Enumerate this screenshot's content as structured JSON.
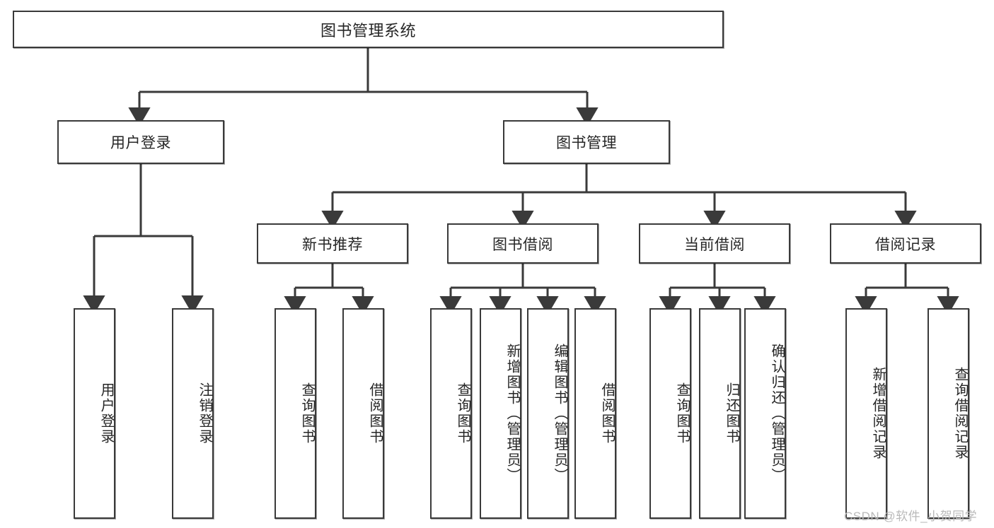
{
  "diagram": {
    "title": "图书管理系统",
    "type": "hierarchy-tree",
    "root": {
      "label": "图书管理系统"
    },
    "level2": [
      {
        "id": "user-login",
        "label": "用户登录"
      },
      {
        "id": "book-management",
        "label": "图书管理"
      }
    ],
    "level3": [
      {
        "id": "new-book-recommend",
        "label": "新书推荐",
        "parent": "book-management"
      },
      {
        "id": "book-borrow",
        "label": "图书借阅",
        "parent": "book-management"
      },
      {
        "id": "current-borrow",
        "label": "当前借阅",
        "parent": "book-management"
      },
      {
        "id": "borrow-record",
        "label": "借阅记录",
        "parent": "book-management"
      }
    ],
    "leaves": {
      "user_login": [
        {
          "id": "leaf-user-login",
          "label": "用户登录"
        },
        {
          "id": "leaf-user-logout",
          "label": "注销登录"
        }
      ],
      "new_book_recommend": [
        {
          "id": "leaf-query-book-1",
          "label": "查询图书"
        },
        {
          "id": "leaf-borrow-book-1",
          "label": "借阅图书"
        }
      ],
      "book_borrow": [
        {
          "id": "leaf-query-book-2",
          "label": "查询图书"
        },
        {
          "id": "leaf-add-book",
          "label": "新增图书（管理员）"
        },
        {
          "id": "leaf-edit-book",
          "label": "编辑图书（管理员）"
        },
        {
          "id": "leaf-borrow-book-2",
          "label": "借阅图书"
        }
      ],
      "current_borrow": [
        {
          "id": "leaf-query-book-3",
          "label": "查询图书"
        },
        {
          "id": "leaf-return-book",
          "label": "归还图书"
        },
        {
          "id": "leaf-confirm-return",
          "label": "确认归还（管理员）"
        }
      ],
      "borrow_record": [
        {
          "id": "leaf-add-record",
          "label": "新增借阅记录"
        },
        {
          "id": "leaf-query-record",
          "label": "查询借阅记录"
        }
      ]
    }
  },
  "watermark": {
    "text": "CSDN @软件_小贺同学"
  },
  "colors": {
    "stroke": "#3a3a3a",
    "background": "#ffffff",
    "text": "#262626",
    "watermark": "#b9b9b9"
  }
}
